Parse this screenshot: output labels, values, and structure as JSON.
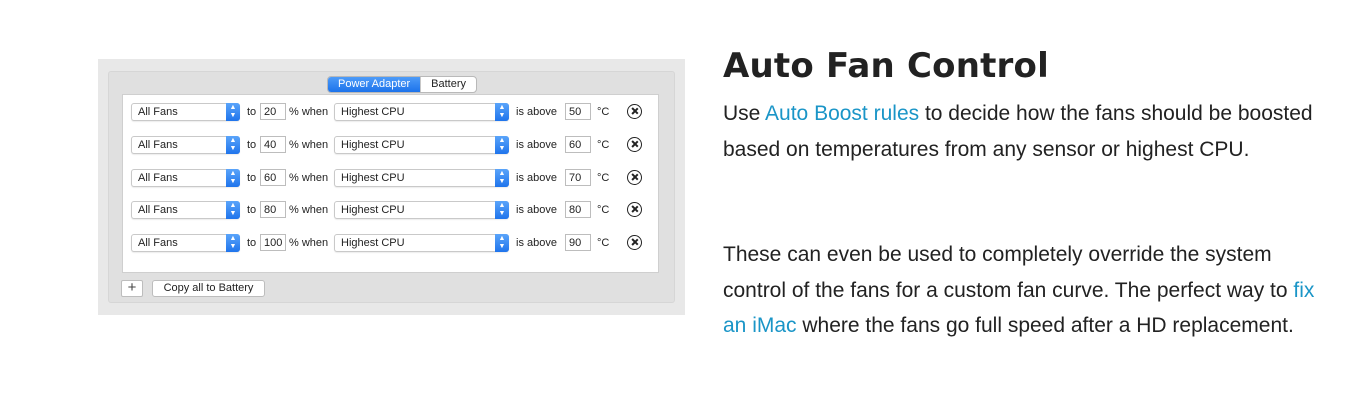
{
  "panel": {
    "tabs": [
      {
        "label": "Power Adapter",
        "active": true
      },
      {
        "label": "Battery",
        "active": false
      }
    ],
    "rules": [
      {
        "fans": "All Fans",
        "to_label": "to",
        "percent": "20",
        "when_label": "% when",
        "sensor": "Highest CPU",
        "above_label": "is above",
        "temp": "50",
        "unit": "°C"
      },
      {
        "fans": "All Fans",
        "to_label": "to",
        "percent": "40",
        "when_label": "% when",
        "sensor": "Highest CPU",
        "above_label": "is above",
        "temp": "60",
        "unit": "°C"
      },
      {
        "fans": "All Fans",
        "to_label": "to",
        "percent": "60",
        "when_label": "% when",
        "sensor": "Highest CPU",
        "above_label": "is above",
        "temp": "70",
        "unit": "°C"
      },
      {
        "fans": "All Fans",
        "to_label": "to",
        "percent": "80",
        "when_label": "% when",
        "sensor": "Highest CPU",
        "above_label": "is above",
        "temp": "80",
        "unit": "°C"
      },
      {
        "fans": "All Fans",
        "to_label": "to",
        "percent": "100",
        "when_label": "% when",
        "sensor": "Highest CPU",
        "above_label": "is above",
        "temp": "90",
        "unit": "°C"
      }
    ],
    "add_label": "+",
    "copy_label": "Copy all to Battery"
  },
  "content": {
    "heading": "Auto Fan Control",
    "p1_pre": "Use ",
    "p1_link": "Auto Boost rules",
    "p1_post": " to decide how the fans should be boosted based on temperatures from any sensor or highest CPU.",
    "p2_pre": "These can even be used to completely override the system control of the fans for a custom fan curve. The perfect way to ",
    "p2_link": "fix an iMac",
    "p2_post": " where the fans go full speed after a HD replacement."
  },
  "colors": {
    "link": "#1a95c7",
    "accent_blue": "#1f74ec",
    "text": "#222222"
  }
}
